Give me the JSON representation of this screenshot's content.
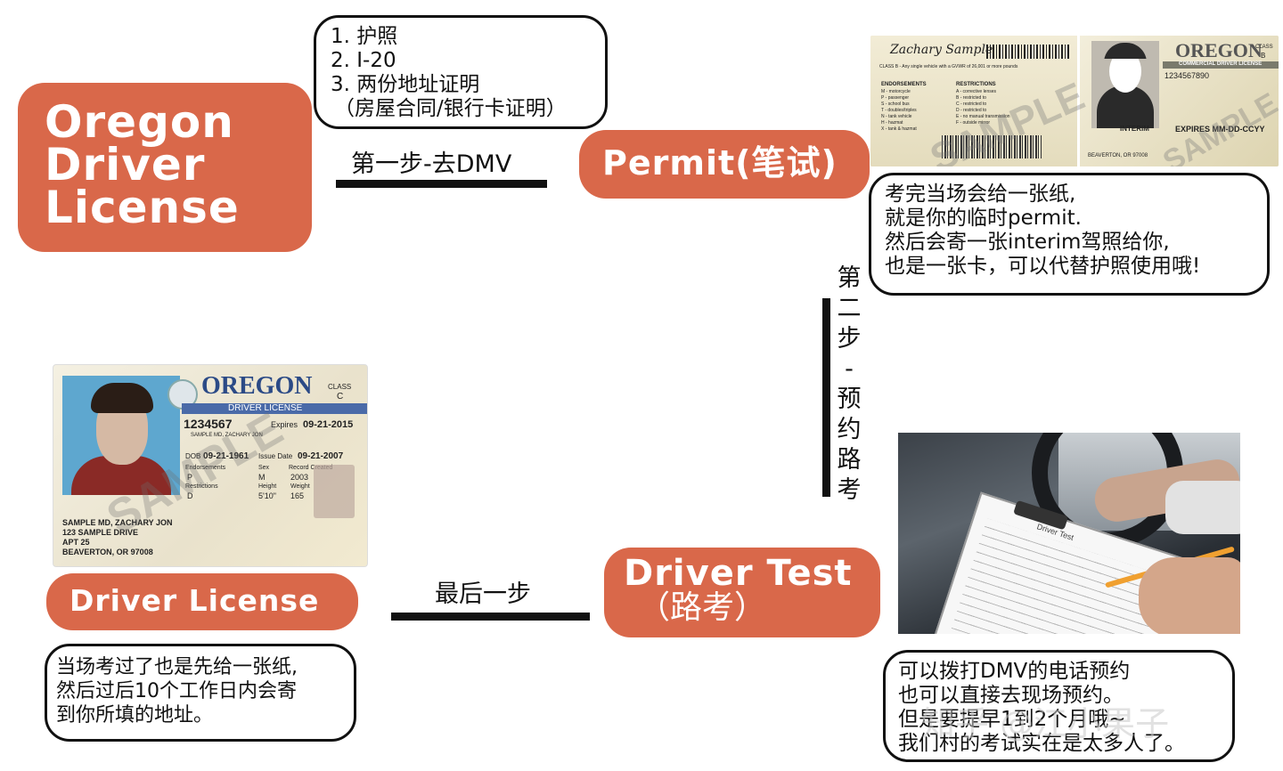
{
  "title": {
    "lines": [
      "Oregon",
      "Driver",
      "License"
    ]
  },
  "step1": {
    "label": "第一步-去DMV",
    "docs": [
      "1. 护照",
      "2. I-20",
      "3. 两份地址证明",
      "（房屋合同/银行卡证明）"
    ]
  },
  "permit": {
    "title": "Permit(笔试)",
    "note": [
      "考完当场会给一张纸,",
      "就是你的临时permit.",
      "然后会寄一张interim驾照给你,",
      "也是一张卡，可以代替护照使用哦!"
    ]
  },
  "step2": {
    "label_chars": [
      "第",
      "二",
      "步",
      "-",
      "预",
      "约",
      "路",
      "考"
    ]
  },
  "driver_test": {
    "title_line1": "Driver Test",
    "title_line2": "（路考）",
    "note": [
      "可以拨打DMV的电话预约",
      "也可以直接去现场预约。",
      "但是要提早1到2个月哦~",
      "我们村的考试实在是太多人了。"
    ]
  },
  "final_step": {
    "label": "最后一步"
  },
  "license": {
    "title": "Driver License",
    "note": [
      "当场考过了也是先给一张纸,",
      "然后过后10个工作日内会寄",
      "到你所填的地址。"
    ]
  },
  "permit_card": {
    "signature": "Zachary Sample",
    "state": "OREGON",
    "class_label": "CLASS",
    "class_value": "B",
    "type": "COMMERCIAL DRIVER LICENSE",
    "number": "1234567890",
    "interim": "INTERIM",
    "expires": "EXPIRES MM-DD-CCYY",
    "city": "BEAVERTON, OR 97008",
    "watermark": "SAMPLE",
    "class_desc": "CLASS B - Any single vehicle with a GVWR of 26,001 or more pounds",
    "endorsements_label": "ENDORSEMENTS",
    "endorsements": [
      "M - motorcycle",
      "P - passenger",
      "S - school bus",
      "T - doubles/triples",
      "N - tank vehicle",
      "H - hazmat",
      "X - tank & hazmat"
    ],
    "restrictions_label": "RESTRICTIONS",
    "restrictions": [
      "A - corrective lenses",
      "B - restricted to",
      "C - restricted to",
      "D - restricted to",
      "E - no manual transmission",
      "F - outside mirror"
    ]
  },
  "license_card": {
    "state": "OREGON",
    "class_label": "CLASS",
    "class_value": "C",
    "type": "DRIVER LICENSE",
    "number": "1234567",
    "expires_label": "Expires",
    "expires": "09-21-2015",
    "name_small": "SAMPLE MD, ZACHARY JON",
    "dob_label": "DOB",
    "dob": "09-21-1961",
    "issue_label": "Issue Date",
    "issue": "09-21-2007",
    "endorsements_label": "Endorsements",
    "endorsements": "P",
    "restrictions_label": "Restrictions",
    "restrictions": "D",
    "sex_label": "Sex",
    "sex": "M",
    "height_label": "Height",
    "height": "5'10\"",
    "weight_label": "Weight",
    "weight": "165",
    "record_label": "Record Created",
    "record": "2003",
    "address": [
      "SAMPLE MD, ZACHARY JON",
      "123 SAMPLE DRIVE",
      "APT 25",
      "BEAVERTON, OR 97008"
    ],
    "watermark": "SAMPLE"
  },
  "photo": {
    "clipboard_text": "Driver Test"
  },
  "watermark": {
    "text": "知乎 @江小果子"
  },
  "colors": {
    "accent": "#d9684a",
    "line": "#111111"
  }
}
